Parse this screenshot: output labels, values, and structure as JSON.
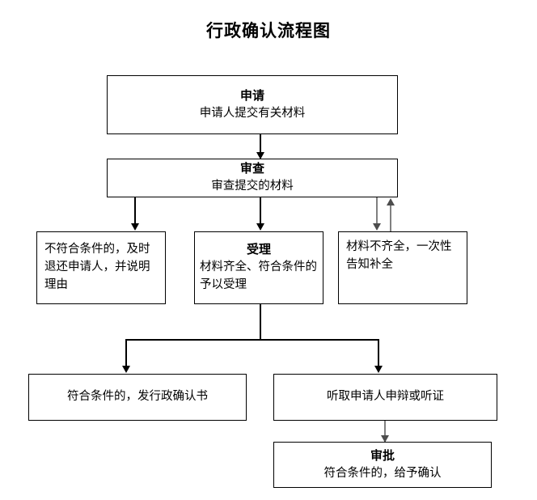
{
  "document": {
    "title": "行政确认流程图"
  },
  "nodes": {
    "apply": {
      "head": "申请",
      "body": "申请人提交有关材料"
    },
    "review": {
      "head": "审查",
      "body": "审查提交的材料"
    },
    "reject": {
      "body": "不符合条件的，及时退还申请人，并说明理由"
    },
    "accept": {
      "head": "受理",
      "body": "材料齐全、符合条件的予以受理"
    },
    "incomplete": {
      "body": "材料不齐全，一次性告知补全"
    },
    "issue_certificate": {
      "body": "符合条件的，发行政确认书"
    },
    "hearing": {
      "body": "听取申请人申辩或听证"
    },
    "approval": {
      "head": "审批",
      "body": "符合条件的，给予确认"
    }
  },
  "connectors": [
    {
      "name": "apply-to-review",
      "color": "#000000"
    },
    {
      "name": "review-to-reject",
      "color": "#000000"
    },
    {
      "name": "review-to-accept",
      "color": "#000000"
    },
    {
      "name": "review-to-incomplete",
      "color": "#808080"
    },
    {
      "name": "incomplete-back-to-review",
      "color": "#808080"
    },
    {
      "name": "accept-to-issue-certificate",
      "color": "#000000"
    },
    {
      "name": "accept-to-hearing",
      "color": "#000000"
    },
    {
      "name": "hearing-to-approval",
      "color": "#808080"
    }
  ],
  "colors": {
    "border": "#000000",
    "background": "#ffffff",
    "text": "#000000",
    "connector_black": "#000000",
    "connector_gray": "#808080"
  }
}
